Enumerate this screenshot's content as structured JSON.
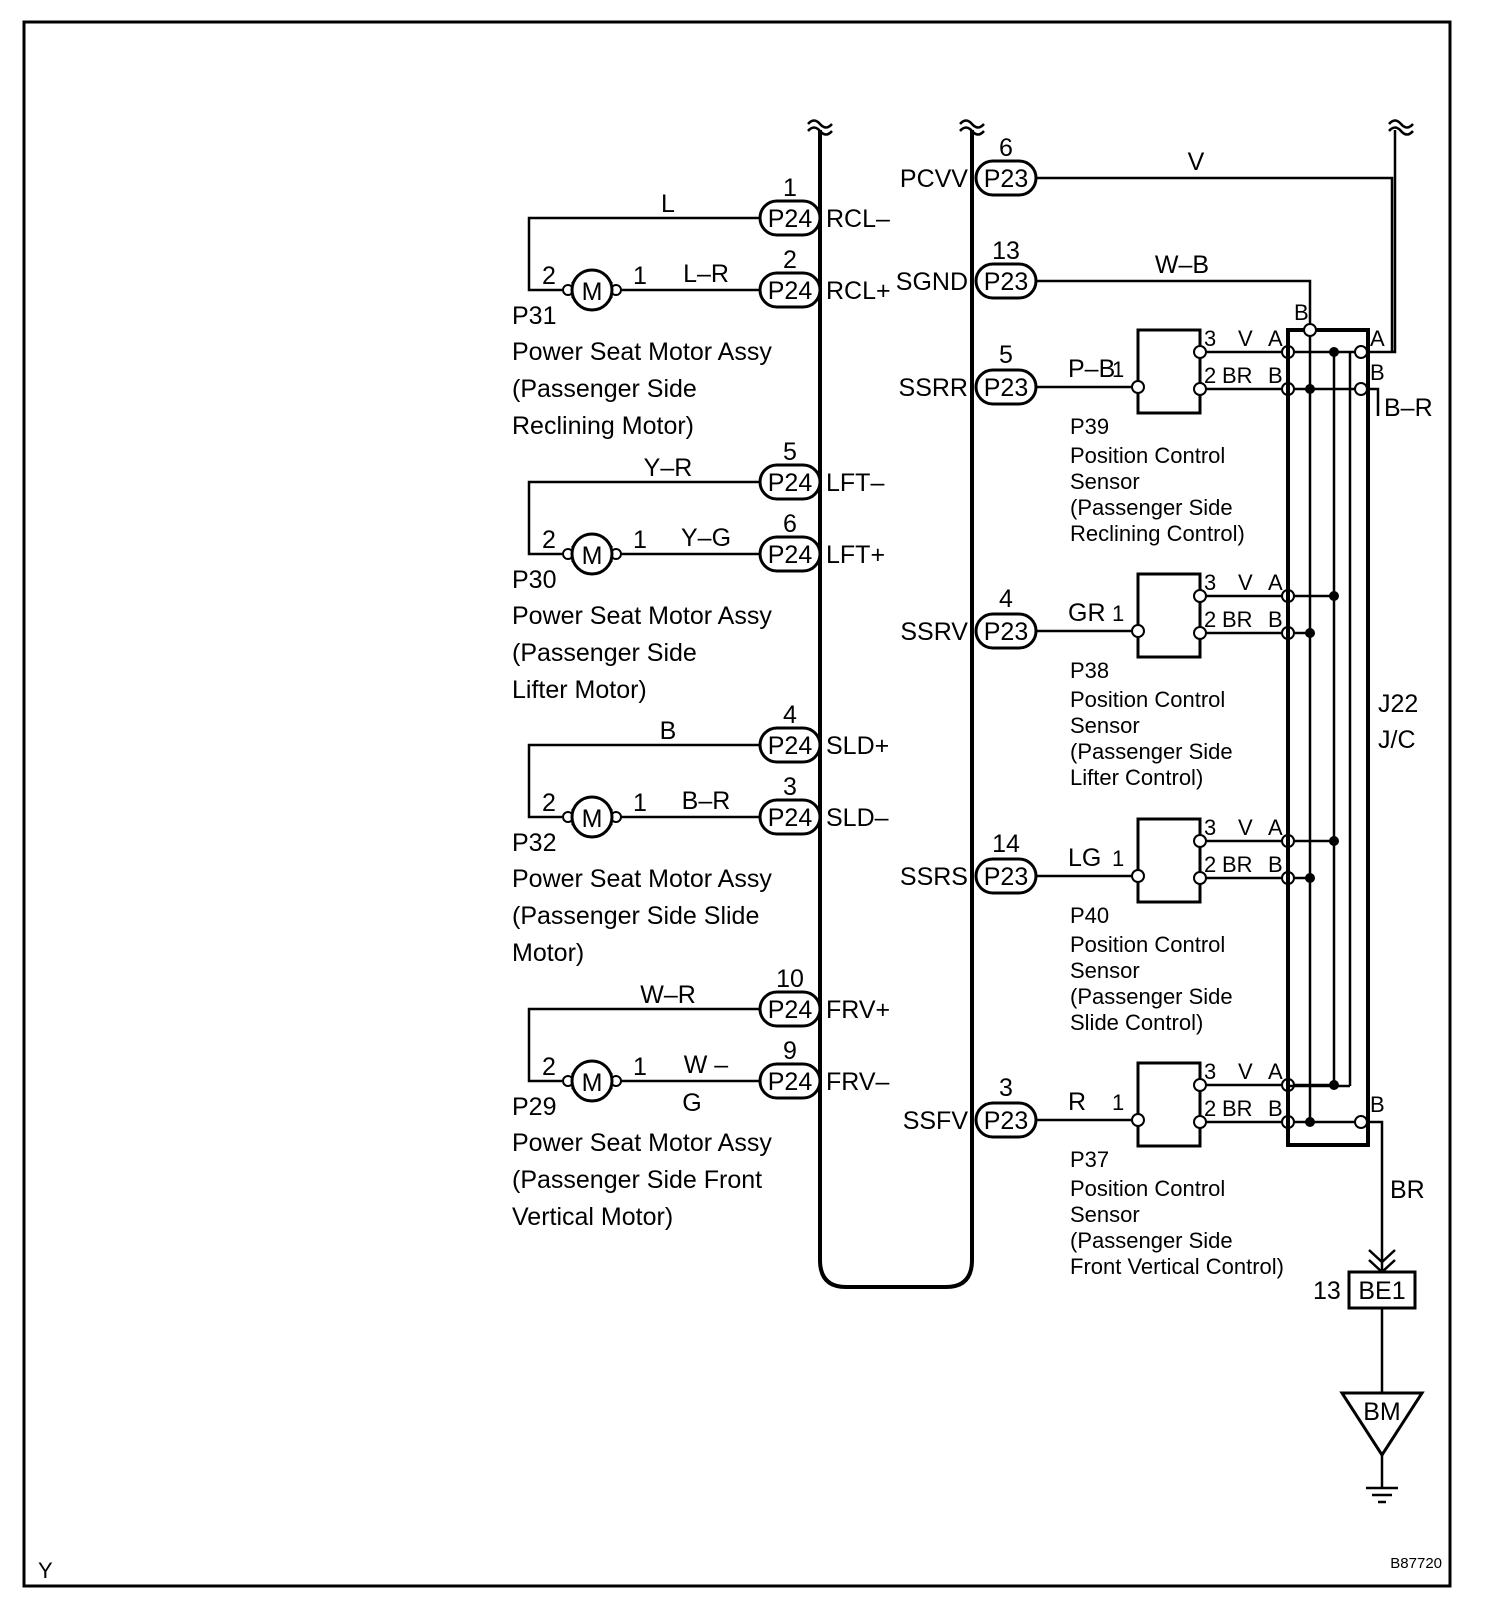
{
  "figure_code": "B87720",
  "corner_mark": "Y",
  "motors": [
    {
      "id": "P31",
      "conn": "P24",
      "term_top": "RCL–",
      "pin_top": "1",
      "wire_top": "L",
      "term_bot": "RCL+",
      "pin_bot": "2",
      "wire_bot": "L–R",
      "wire_bot2": "",
      "mpin_left": "2",
      "mpin_right": "1",
      "symbol": "M",
      "desc": [
        "Power Seat Motor Assy",
        "(Passenger Side",
        "Reclining Motor)"
      ]
    },
    {
      "id": "P30",
      "conn": "P24",
      "term_top": "LFT–",
      "pin_top": "5",
      "wire_top": "Y–R",
      "term_bot": "LFT+",
      "pin_bot": "6",
      "wire_bot": "Y–G",
      "wire_bot2": "",
      "mpin_left": "2",
      "mpin_right": "1",
      "symbol": "M",
      "desc": [
        "Power Seat Motor Assy",
        "(Passenger Side",
        "Lifter Motor)"
      ]
    },
    {
      "id": "P32",
      "conn": "P24",
      "term_top": "SLD+",
      "pin_top": "4",
      "wire_top": "B",
      "term_bot": "SLD–",
      "pin_bot": "3",
      "wire_bot": "B–R",
      "wire_bot2": "",
      "mpin_left": "2",
      "mpin_right": "1",
      "symbol": "M",
      "desc": [
        "Power Seat Motor Assy",
        "(Passenger  Side  Slide",
        "Motor)"
      ]
    },
    {
      "id": "P29",
      "conn": "P24",
      "term_top": "FRV+",
      "pin_top": "10",
      "wire_top": "W–R",
      "term_bot": "FRV–",
      "pin_bot": "9",
      "wire_bot": "W   –",
      "wire_bot2": "G",
      "mpin_left": "2",
      "mpin_right": "1",
      "symbol": "M",
      "desc": [
        "Power Seat Motor Assy",
        "(Passenger Side Front",
        "Vertical Motor)"
      ]
    }
  ],
  "power_lines": [
    {
      "term": "PCVV",
      "conn": "P23",
      "pin": "6",
      "wire": "V"
    },
    {
      "term": "SGND",
      "conn": "P23",
      "pin": "13",
      "wire": "W–B"
    }
  ],
  "sensors": [
    {
      "id": "P39",
      "term": "SSRR",
      "conn": "P23",
      "pin": "5",
      "wire": "P–B",
      "s_pin1": "1",
      "pinA": "3",
      "wireA": "V",
      "jA": "A",
      "pinB": "2",
      "wireB": "BR",
      "jB": "B",
      "desc": [
        "Position Control",
        "Sensor",
        "(Passenger Side",
        "Reclining Control)"
      ]
    },
    {
      "id": "P38",
      "term": "SSRV",
      "conn": "P23",
      "pin": "4",
      "wire": "GR",
      "s_pin1": "1",
      "pinA": "3",
      "wireA": "V",
      "jA": "A",
      "pinB": "2",
      "wireB": "BR",
      "jB": "B",
      "desc": [
        "Position Control",
        "Sensor",
        "(Passenger Side",
        "Lifter Control)"
      ]
    },
    {
      "id": "P40",
      "term": "SSRS",
      "conn": "P23",
      "pin": "14",
      "wire": "LG",
      "s_pin1": "1",
      "pinA": "3",
      "wireA": "V",
      "jA": "A",
      "pinB": "2",
      "wireB": "BR",
      "jB": "B",
      "desc": [
        "Position Control",
        "Sensor",
        "(Passenger Side",
        "Slide Control)"
      ]
    },
    {
      "id": "P37",
      "term": "SSFV",
      "conn": "P23",
      "pin": "3",
      "wire": "R",
      "s_pin1": "1",
      "pinA": "3",
      "wireA": "V",
      "jA": "A",
      "pinB": "2",
      "wireB": "BR",
      "jB": "B",
      "desc": [
        "Position Control",
        "Sensor",
        "(Passenger Side",
        "Front Vertical Control)"
      ]
    }
  ],
  "junction": {
    "name": "J22",
    "sub": "J/C",
    "top_left": "B",
    "top_right_a": "A",
    "top_right_b": "B",
    "bottom_right": "B",
    "wire_br": "B–R",
    "wire_out": "BR"
  },
  "ground": {
    "pin": "13",
    "conn": "BE1",
    "point": "BM"
  },
  "colors": {
    "line": "#000000",
    "background": "#ffffff"
  }
}
